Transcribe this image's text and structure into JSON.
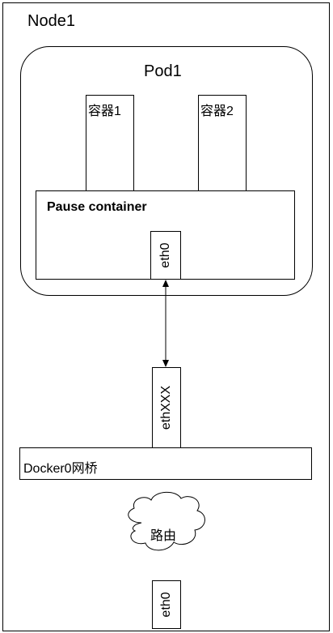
{
  "node": {
    "label": "Node1"
  },
  "pod": {
    "label": "Pod1"
  },
  "containers": [
    {
      "label": "容器1"
    },
    {
      "label": "容器2"
    }
  ],
  "pause": {
    "label": "Pause container",
    "iface": "eth0"
  },
  "veth": {
    "label": "ethXXX"
  },
  "bridge": {
    "label": "Docker0网桥"
  },
  "router": {
    "label": "路由"
  },
  "node_iface": {
    "label": "eth0"
  }
}
